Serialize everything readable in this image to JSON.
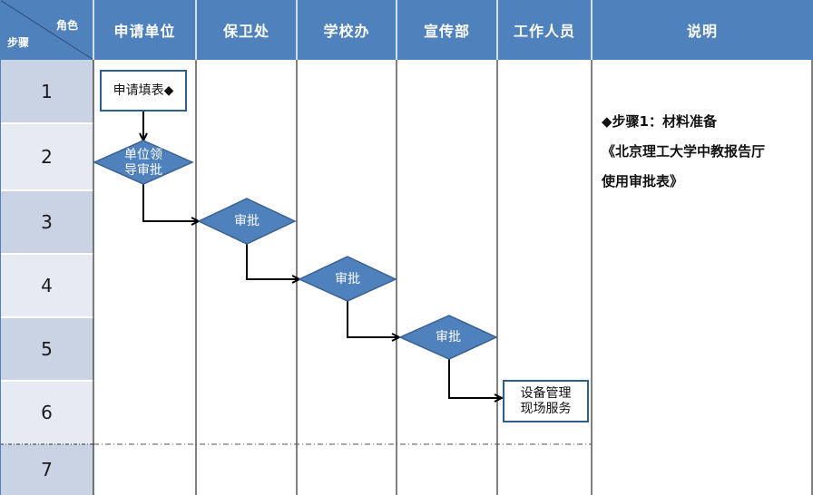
{
  "corner": {
    "role_label": "角色",
    "step_label": "步骤"
  },
  "columns": [
    "申请单位",
    "保卫处",
    "学校办",
    "宣传部",
    "工作人员",
    "说明"
  ],
  "steps": [
    "1",
    "2",
    "3",
    "4",
    "5",
    "6",
    "7"
  ],
  "nodes": {
    "fill_form": "申请填表◆",
    "unit_leader_approval": [
      "单位领",
      "导审批"
    ],
    "security_approval": "审批",
    "school_office_approval": "审批",
    "publicity_approval": "审批",
    "equipment_service": [
      "设备管理",
      "现场服务"
    ]
  },
  "description": [
    "◆步骤1：材料准备",
    "《北京理工大学中教报告厅",
    "使用审批表》"
  ],
  "colors": {
    "header": "#4F81BD",
    "step_odd": "#C9D3E3",
    "step_even": "#E6EBF3",
    "diamond_fill": "#4F81BD",
    "diamond_stroke": "#3A6194",
    "box_stroke": "#2F5E8E",
    "grid_line": "#000000"
  }
}
